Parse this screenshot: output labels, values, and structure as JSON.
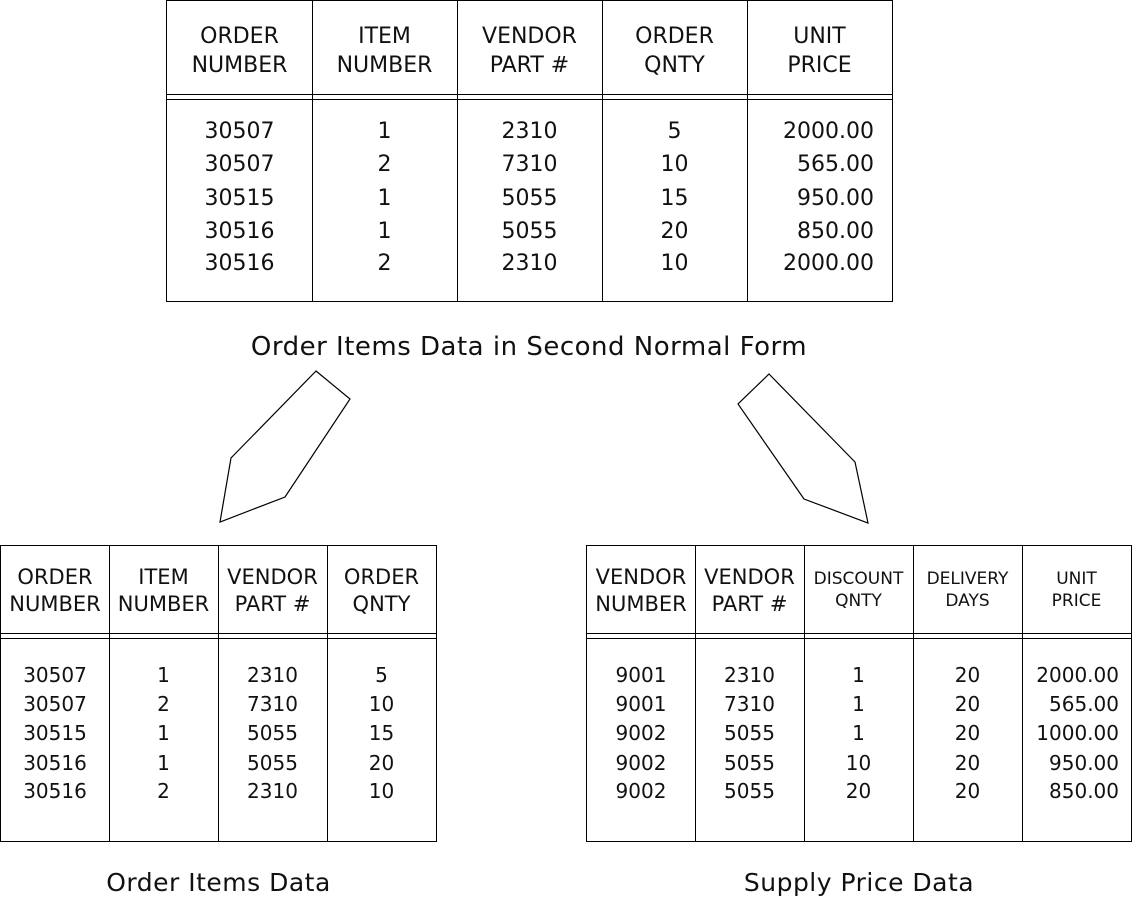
{
  "top_table": {
    "columns": [
      {
        "line1": "ORDER",
        "line2": "NUMBER"
      },
      {
        "line1": "ITEM",
        "line2": "NUMBER"
      },
      {
        "line1": "VENDOR",
        "line2": "PART #"
      },
      {
        "line1": "ORDER",
        "line2": "QNTY"
      },
      {
        "line1": "UNIT",
        "line2": "PRICE"
      }
    ],
    "rows": [
      [
        "30507",
        "1",
        "2310",
        "5",
        "2000.00"
      ],
      [
        "30507",
        "2",
        "7310",
        "10",
        "565.00"
      ],
      [
        "30515",
        "1",
        "5055",
        "15",
        "950.00"
      ],
      [
        "30516",
        "1",
        "5055",
        "20",
        "850.00"
      ],
      [
        "30516",
        "2",
        "2310",
        "10",
        "2000.00"
      ]
    ],
    "caption": "Order Items Data in Second Normal Form"
  },
  "left_table": {
    "columns": [
      {
        "line1": "ORDER",
        "line2": "NUMBER"
      },
      {
        "line1": "ITEM",
        "line2": "NUMBER"
      },
      {
        "line1": "VENDOR",
        "line2": "PART #"
      },
      {
        "line1": "ORDER",
        "line2": "QNTY"
      }
    ],
    "rows": [
      [
        "30507",
        "1",
        "2310",
        "5"
      ],
      [
        "30507",
        "2",
        "7310",
        "10"
      ],
      [
        "30515",
        "1",
        "5055",
        "15"
      ],
      [
        "30516",
        "1",
        "5055",
        "20"
      ],
      [
        "30516",
        "2",
        "2310",
        "10"
      ]
    ],
    "caption": "Order Items Data"
  },
  "right_table": {
    "columns": [
      {
        "line1": "VENDOR",
        "line2": "NUMBER"
      },
      {
        "line1": "VENDOR",
        "line2": "PART #"
      },
      {
        "line1": "DISCOUNT",
        "line2": "QNTY"
      },
      {
        "line1": "DELIVERY",
        "line2": "DAYS"
      },
      {
        "line1": "UNIT",
        "line2": "PRICE"
      }
    ],
    "rows": [
      [
        "9001",
        "2310",
        "1",
        "20",
        "2000.00"
      ],
      [
        "9001",
        "7310",
        "1",
        "20",
        "565.00"
      ],
      [
        "9002",
        "5055",
        "1",
        "20",
        "1000.00"
      ],
      [
        "9002",
        "5055",
        "10",
        "20",
        "950.00"
      ],
      [
        "9002",
        "5055",
        "20",
        "20",
        "850.00"
      ]
    ],
    "caption": "Supply Price Data"
  }
}
